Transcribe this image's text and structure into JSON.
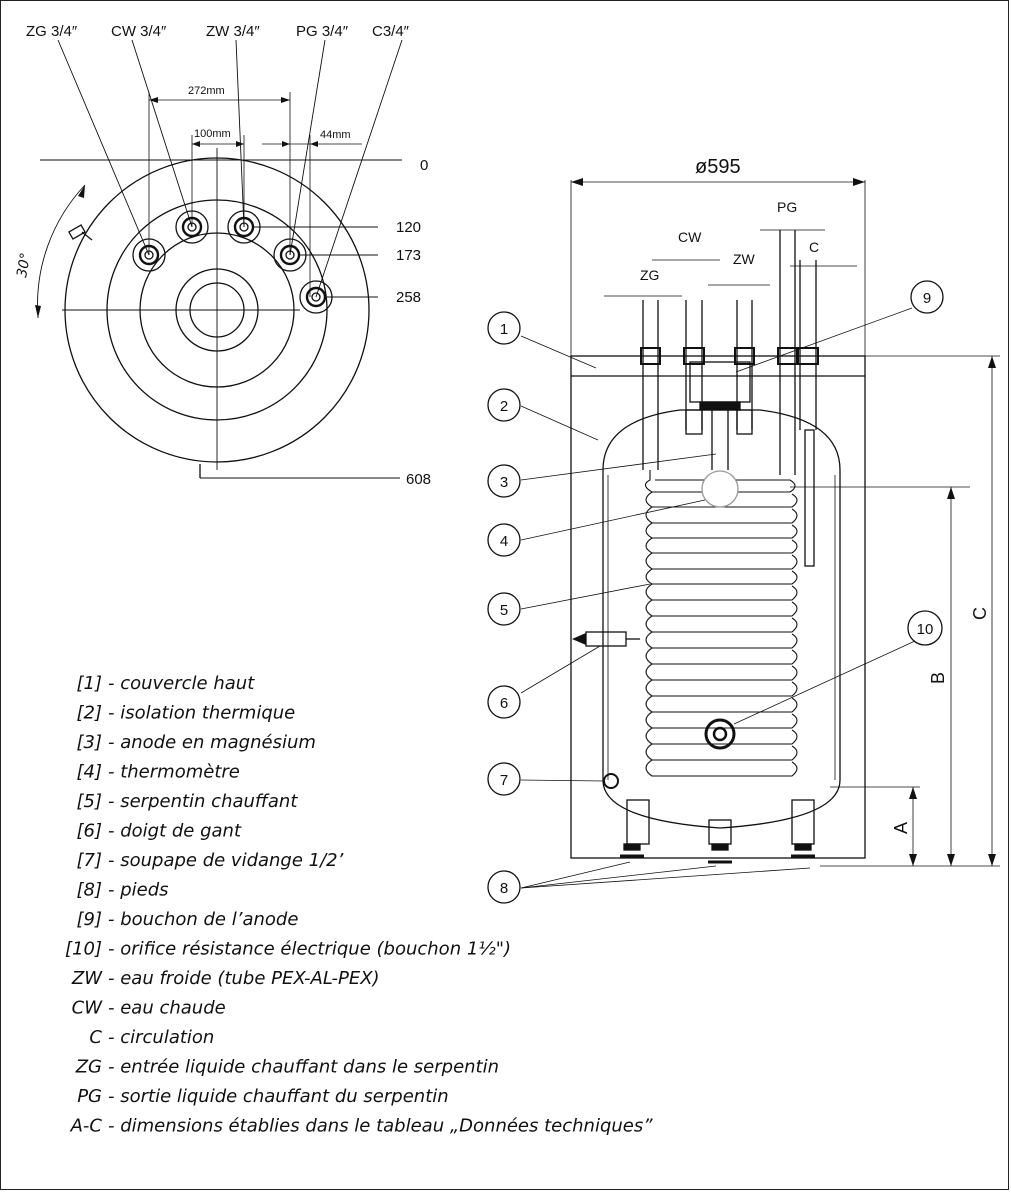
{
  "top_view": {
    "connections": [
      "ZG 3/4″",
      "CW 3/4″",
      "ZW 3/4″",
      "PG 3/4″",
      "C3/4″"
    ],
    "dims": {
      "span_272": "272mm",
      "span_100": "100mm",
      "span_44": "44mm"
    },
    "levels": [
      "0",
      "120",
      "173",
      "258",
      "608"
    ],
    "angle": "30°"
  },
  "side_view": {
    "diameter": "ø595",
    "pipes": {
      "pg": "PG",
      "cw": "CW",
      "zw": "ZW",
      "zg": "ZG",
      "c": "C"
    },
    "dims": {
      "a": "A",
      "b": "B",
      "c": "C"
    },
    "callouts": [
      "1",
      "2",
      "3",
      "4",
      "5",
      "6",
      "7",
      "8",
      "9",
      "10"
    ]
  },
  "legend": [
    {
      "key": "[1]",
      "text": "- couvercle haut"
    },
    {
      "key": "[2]",
      "text": "- isolation thermique"
    },
    {
      "key": "[3]",
      "text": "- anode en magnésium"
    },
    {
      "key": "[4]",
      "text": "- thermomètre"
    },
    {
      "key": "[5]",
      "text": "- serpentin chauffant"
    },
    {
      "key": "[6]",
      "text": "- doigt de gant"
    },
    {
      "key": "[7]",
      "text": "- soupape de vidange 1/2’"
    },
    {
      "key": "[8]",
      "text": "- pieds"
    },
    {
      "key": "[9]",
      "text": "- bouchon de l’anode"
    },
    {
      "key": "[10]",
      "text": "- orifice résistance électrique (bouchon 1½\")"
    },
    {
      "key": "ZW",
      "text": "- eau froide (tube PEX-AL-PEX)"
    },
    {
      "key": "CW",
      "text": "- eau chaude"
    },
    {
      "key": "C",
      "text": "- circulation"
    },
    {
      "key": "ZG",
      "text": "- entrée liquide chauffant dans le serpentin"
    },
    {
      "key": "PG",
      "text": "- sortie liquide chauffant du serpentin"
    },
    {
      "key": "A-C",
      "text": "- dimensions établies dans le tableau „Données techniques”"
    }
  ]
}
